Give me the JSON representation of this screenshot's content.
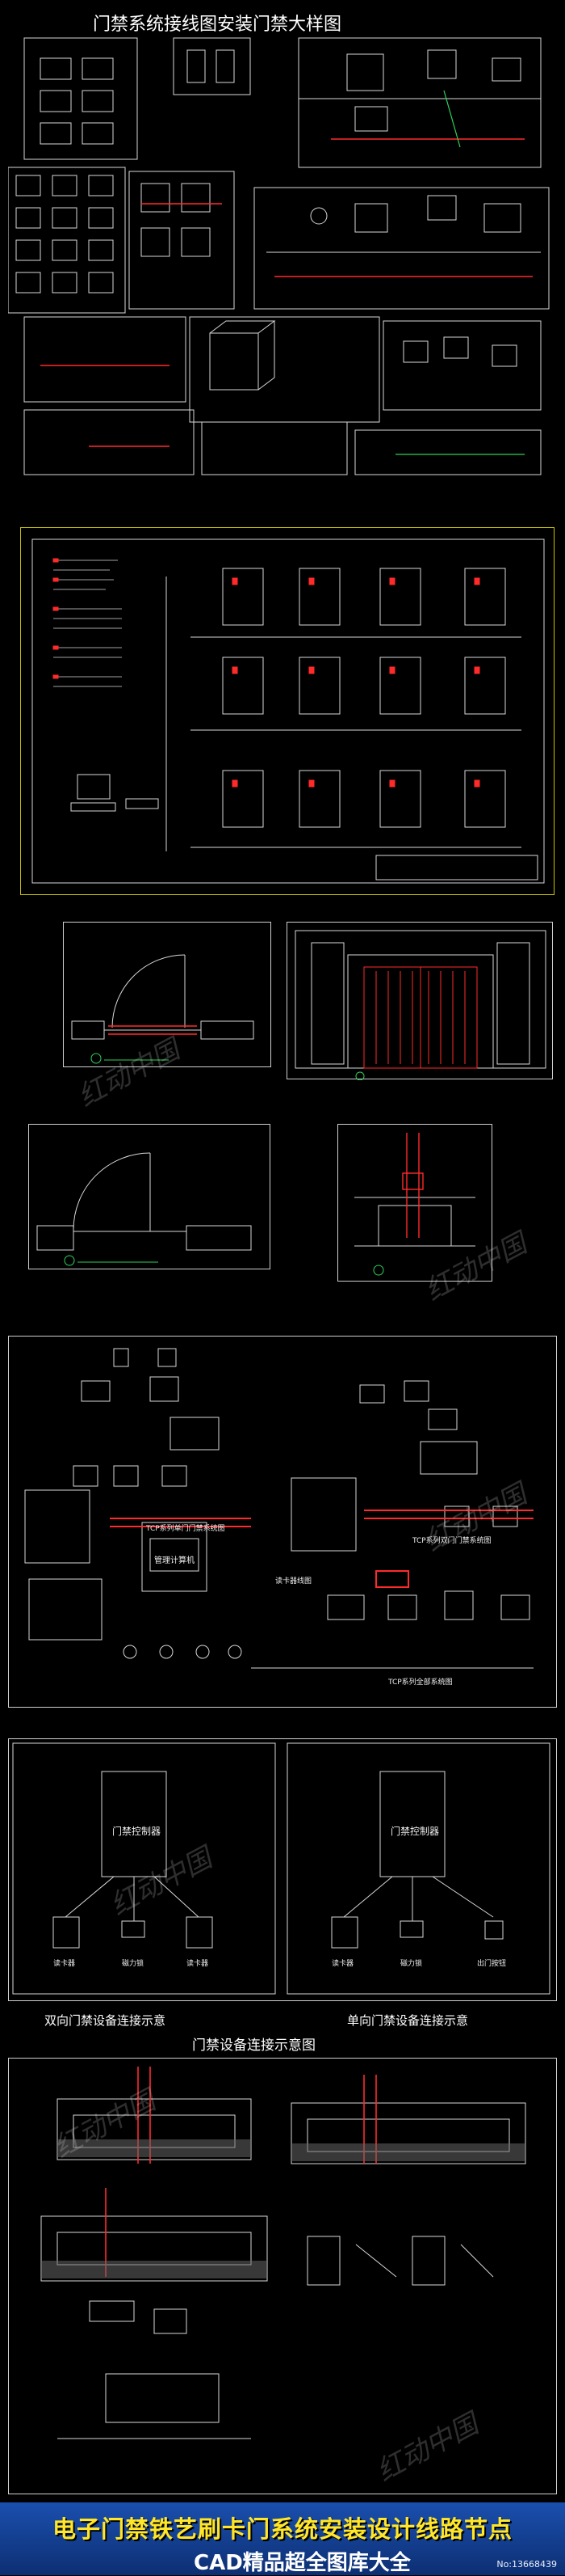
{
  "sheet1": {
    "title": "门禁系统接线图安装门禁大样图"
  },
  "sheet5": {
    "label_left": "TCP系列单门门禁系统图",
    "label_center_box": "管理计算机",
    "label_right": "TCP系列双门门禁系统图",
    "label_mid": "读卡器线图",
    "label_bottom": "TCP系列全部系统图"
  },
  "sheet6": {
    "left_box": "门禁控制器",
    "left_labels": [
      "读卡器",
      "磁力锁",
      "读卡器"
    ],
    "right_box": "门禁控制器",
    "right_labels": [
      "读卡器",
      "磁力锁",
      "出门按钮"
    ],
    "caption_left": "双向门禁设备连接示意",
    "caption_right": "单向门禁设备连接示意"
  },
  "sheet7": {
    "title": "门禁设备连接示意图"
  },
  "banner": {
    "main": "电子门禁铁艺刷卡门系统安装设计线路节点",
    "sub": "CAD精品超全图库大全",
    "number": "No:13668439"
  },
  "watermark": "红动中国",
  "colors": {
    "line": "#d8d8d8",
    "red": "#ff2a2a",
    "yellow": "#c8c200",
    "green": "#2fd05a",
    "banner_bg": "#1a4fae",
    "banner_text": "#ffe629"
  }
}
